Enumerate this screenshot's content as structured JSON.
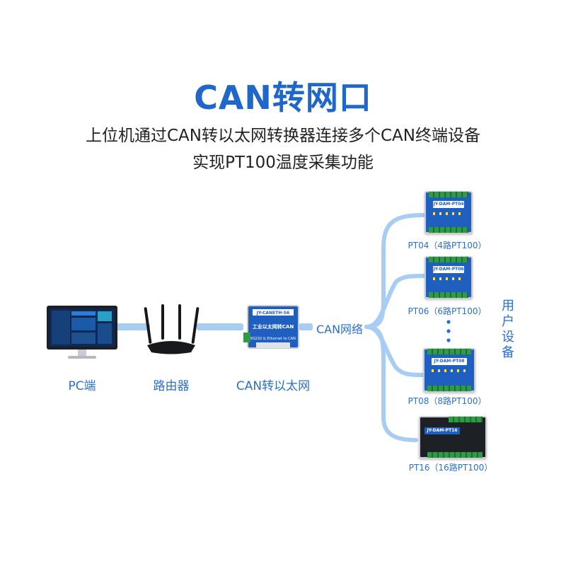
{
  "title": "CAN转网口",
  "subtitle_line1": "上位机通过CAN转以太网转换器连接多个CAN终端设备",
  "subtitle_line2": "实现PT100温度采集功能",
  "nodes": {
    "pc_label": "PC端",
    "router_label": "路由器",
    "converter_label": "CAN转以太网",
    "converter_model": "JY-CANETH-S6",
    "converter_name": "工业以太网转CAN",
    "converter_iface": "RS232 & Ethernet to CAN",
    "network_label": "CAN网络",
    "user_devices_label": "用户设备"
  },
  "devices": [
    {
      "label": "PT04（4路PT100）",
      "plate": "JY-DAM-PT04"
    },
    {
      "label": "PT06（6路PT100）",
      "plate": "JY-DAM-PT06"
    },
    {
      "label": "PT08（8路PT100）",
      "plate": "JY-DAM-PT08"
    },
    {
      "label": "PT16（16路PT100）",
      "plate": "JY-DAM-PT16"
    }
  ],
  "colors": {
    "title": "#1f67c8",
    "label": "#2b6fd0",
    "link": "#a8cdf2",
    "device_body": "#1f5fbf"
  }
}
